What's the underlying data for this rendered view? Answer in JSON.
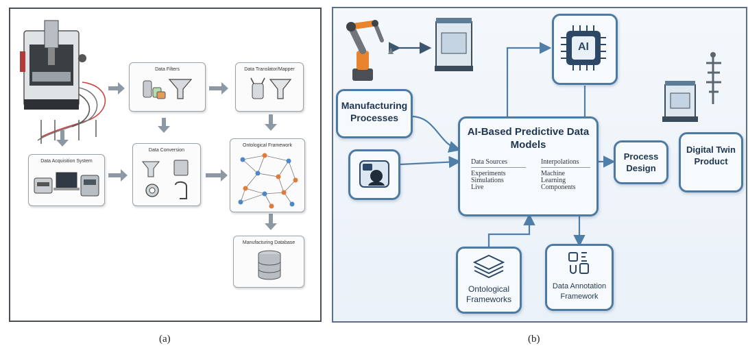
{
  "panel_a": {
    "caption": "(a)",
    "boxes": {
      "data_filters": "Data Filters",
      "data_translator": "Data Translator/Mapper",
      "data_acquisition": "Data Acquisition System",
      "data_conversion": "Data Conversion",
      "ontological_framework": "Ontological Framework",
      "manufacturing_database": "Manufacturing Database"
    }
  },
  "panel_b": {
    "caption": "(b)",
    "ai_chip_text": "AI",
    "boxes": {
      "manufacturing_processes": "Manufacturing Processes",
      "center_title": "AI-Based Predictive Data Models",
      "col1_header": "Data Sources",
      "col1_items": [
        "Experiments",
        "Simulations",
        "Live"
      ],
      "col2_header": "Interpolations",
      "col2_items": [
        "Machine",
        "Learning",
        "Components"
      ],
      "process_design": "Process Design",
      "digital_twin": "Digital Twin Product",
      "ontological_frameworks": "Ontological Frameworks",
      "data_annotation": "Data Annotation Framework"
    }
  },
  "colors": {
    "arrow_gray": "#8c98a3",
    "blue_border": "#4d7aa3",
    "blue_arrow": "#4f7ea8",
    "node_blue": "#4f86c6",
    "node_orange": "#e07b39"
  }
}
